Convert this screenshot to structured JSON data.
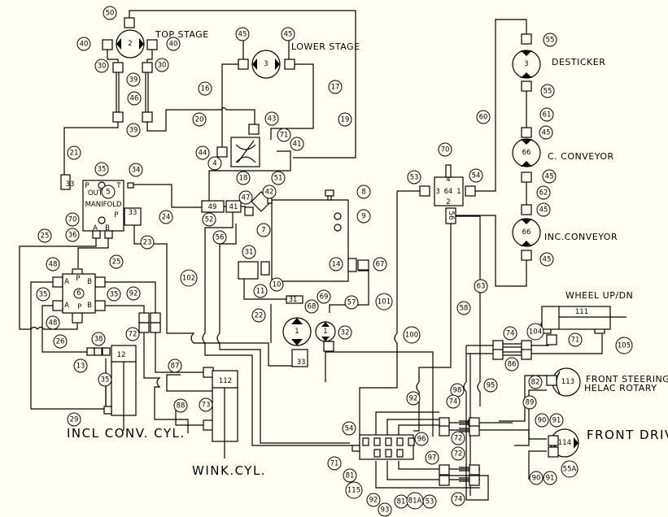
{
  "labels": {
    "top_stage": "TOP STAGE",
    "lower_stage": "LOWER STAGE",
    "desticker": "DESTICKER",
    "c_conveyor": "C. CONVEYOR",
    "inc_conveyor": "INC.CONVEYOR",
    "wheel_up_dn": "WHEEL UP/DN",
    "front_steering": "FRONT STEERING",
    "helac_rotary": "HELAC ROTARY",
    "front_drive": "FRONT DRIVE",
    "incl_conv_cyl": "INCL CONV. CYL.",
    "wink_cyl": "WINK.CYL.",
    "manifold": "MANIFOLD",
    "manifold_out": "OUT",
    "manifold_p_top": "P",
    "manifold_t": "T",
    "manifold_p": "P",
    "manifold_a": "A",
    "manifold_b": "B",
    "valve6_ports": [
      "A",
      "P",
      "B",
      "A",
      "P",
      "B"
    ]
  },
  "components": {
    "motor_top": "2",
    "motor_lower": "3",
    "motor_desticker": "3",
    "motor_c_conveyor": "66",
    "motor_inc_conveyor": "66",
    "valve_6": "6",
    "valve_64": "64",
    "valve_64_ports": [
      "4",
      "3",
      "1",
      "2"
    ],
    "cyl_12": "12",
    "cyl_112": "112",
    "cyl_111": "111",
    "rotary_113": "113",
    "motor_114": "114",
    "pump_1": "1",
    "pump_small": "1",
    "box_33a": "33",
    "box_33b": "33",
    "box_33c": "33",
    "box_31": "31",
    "box_49": "49",
    "box_41": "41",
    "box_56": "56"
  },
  "callouts": [
    "50",
    "40",
    "40",
    "30",
    "30",
    "39",
    "46",
    "39",
    "45",
    "45",
    "16",
    "17",
    "19",
    "20",
    "43",
    "71",
    "41",
    "44",
    "4",
    "18",
    "51",
    "21",
    "35",
    "5",
    "34",
    "24",
    "23",
    "47",
    "42",
    "7",
    "52",
    "56",
    "31",
    "8",
    "9",
    "70",
    "36",
    "25",
    "48",
    "25",
    "35",
    "35",
    "92",
    "48",
    "72",
    "26",
    "38",
    "13",
    "35",
    "29",
    "87",
    "88",
    "73",
    "102",
    "11",
    "10",
    "22",
    "68",
    "69",
    "14",
    "67",
    "57",
    "101",
    "58",
    "63",
    "32",
    "74",
    "104",
    "71",
    "105",
    "100",
    "86",
    "82",
    "95",
    "89",
    "98",
    "74",
    "92",
    "90",
    "91",
    "54",
    "96",
    "72",
    "71",
    "97",
    "72",
    "81",
    "115",
    "55A",
    "90",
    "91",
    "92",
    "93",
    "81",
    "81A",
    "53",
    "74",
    "55",
    "55",
    "61",
    "45",
    "45",
    "62",
    "45",
    "45",
    "60",
    "70",
    "53",
    "54"
  ]
}
